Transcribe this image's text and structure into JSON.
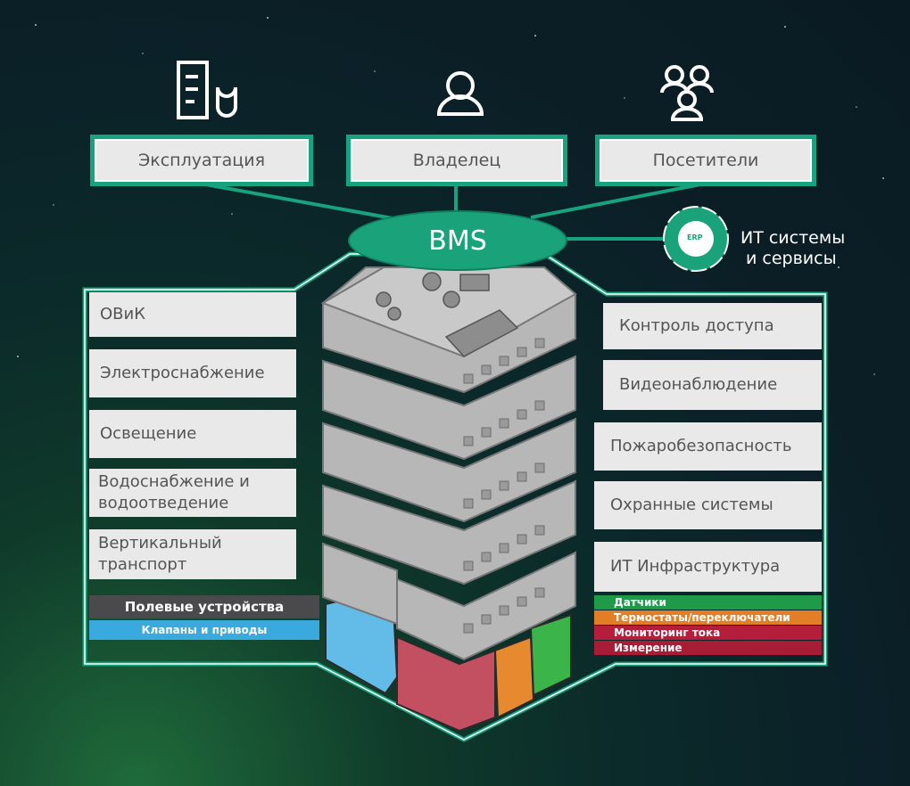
{
  "top_boxes": [
    "Эксплуатация",
    "Владелец",
    "Посетители"
  ],
  "icons": [
    "maintenance-icon",
    "owner-icon",
    "visitors-icon"
  ],
  "center": "BMS",
  "it_systems": {
    "erp": "ERP",
    "line1": "ИТ системы",
    "line2": "и сервисы"
  },
  "left_items": [
    "ОВиК",
    "Электроснабжение",
    "Освещение",
    "Водоснабжение и\nводоотведение",
    "Вертикальный\nтранспорт"
  ],
  "right_items": [
    "Контроль доступа",
    "Видеонаблюдение",
    "Пожаробезопасность",
    "Охранные системы",
    "ИТ Инфраструктура"
  ],
  "left_field": {
    "title": "Полевые устройства",
    "sub": "Клапаны и приводы"
  },
  "right_field": [
    "Датчики",
    "Термостаты/переключатели",
    "Мониторинг тока",
    "Измерение"
  ],
  "colors": {
    "accent": "#17a37d",
    "field_dark": "#4a4a4c",
    "valves": "#3aa9de",
    "sensors": "#1f9a48",
    "thermo": "#e27e27",
    "current": "#b51e3a",
    "measure": "#a61d35"
  }
}
